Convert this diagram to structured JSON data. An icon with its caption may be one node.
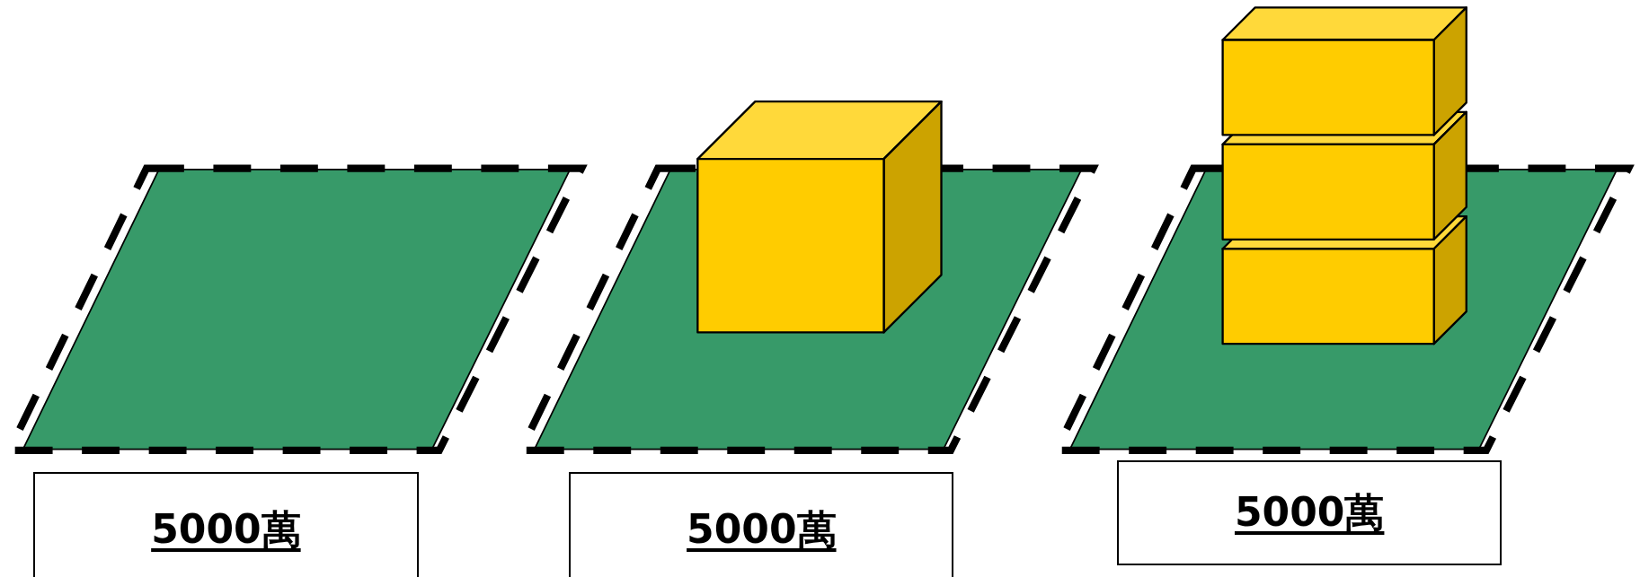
{
  "diagram": {
    "nodes": [
      {
        "text": [
          "5000萬"
        ]
      },
      {
        "text": [
          "5000萬"
        ]
      },
      {
        "text": [
          "5000萬"
        ]
      }
    ]
  }
}
